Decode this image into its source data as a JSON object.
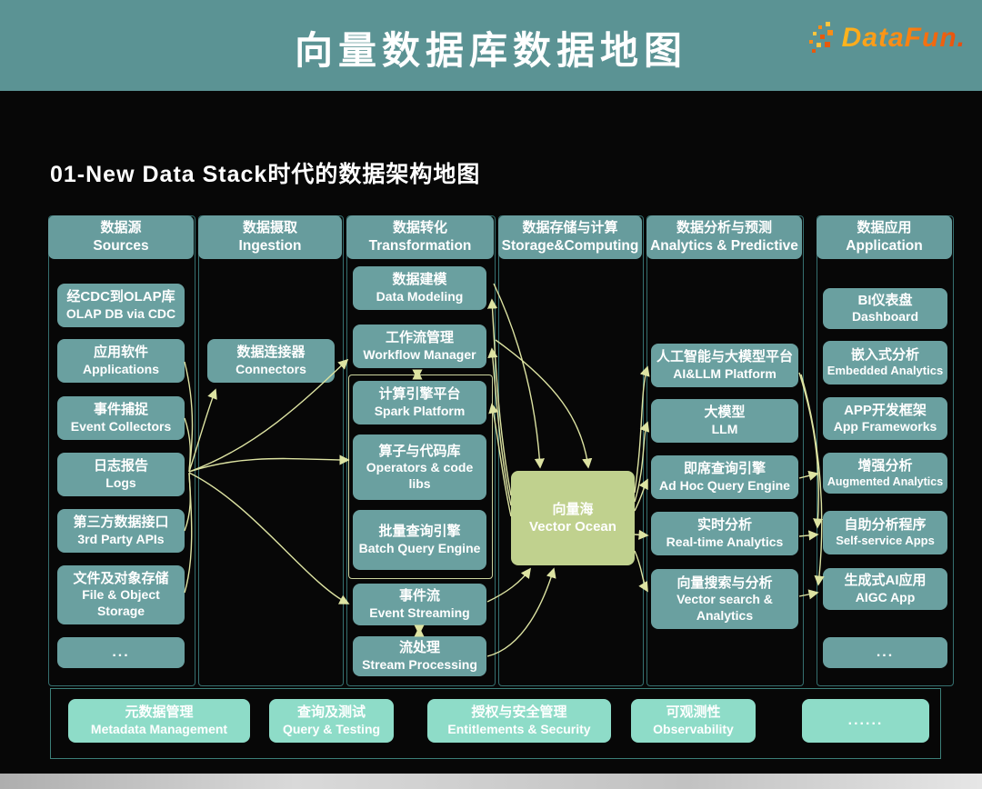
{
  "banner": {
    "title": "向量数据库数据地图",
    "logo": "DataFun."
  },
  "section_title": "01-New Data Stack时代的数据架构地图",
  "columns": [
    {
      "header": {
        "zh": "数据源",
        "en": "Sources"
      },
      "boxes": [
        {
          "zh": "经CDC到OLAP库",
          "en": "OLAP DB via CDC"
        },
        {
          "zh": "应用软件",
          "en": "Applications"
        },
        {
          "zh": "事件捕捉",
          "en": "Event Collectors"
        },
        {
          "zh": "日志报告",
          "en": "Logs"
        },
        {
          "zh": "第三方数据接口",
          "en": "3rd Party APIs"
        },
        {
          "zh": "文件及对象存储",
          "en": "File & Object Storage"
        },
        {
          "zh": "...",
          "en": ""
        }
      ]
    },
    {
      "header": {
        "zh": "数据摄取",
        "en": "Ingestion"
      },
      "boxes": [
        {
          "zh": "数据连接器",
          "en": "Connectors"
        }
      ]
    },
    {
      "header": {
        "zh": "数据转化",
        "en": "Transformation"
      },
      "boxes": [
        {
          "zh": "数据建模",
          "en": "Data Modeling"
        },
        {
          "zh": "工作流管理",
          "en": "Workflow Manager"
        },
        {
          "zh": "计算引擎平台",
          "en": "Spark Platform"
        },
        {
          "zh": "算子与代码库",
          "en": "Operators & code libs"
        },
        {
          "zh": "批量查询引擎",
          "en": "Batch Query Engine"
        },
        {
          "zh": "事件流",
          "en": "Event Streaming"
        },
        {
          "zh": "流处理",
          "en": "Stream Processing"
        }
      ]
    },
    {
      "header": {
        "zh": "数据存储与计算",
        "en": "Storage&Computing"
      },
      "boxes": [
        {
          "zh": "向量海",
          "en": "Vector Ocean"
        }
      ]
    },
    {
      "header": {
        "zh": "数据分析与预测",
        "en": "Analytics & Predictive"
      },
      "boxes": [
        {
          "zh": "人工智能与大模型平台",
          "en": "AI&LLM Platform"
        },
        {
          "zh": "大模型",
          "en": "LLM"
        },
        {
          "zh": "即席查询引擎",
          "en": "Ad Hoc Query Engine"
        },
        {
          "zh": "实时分析",
          "en": "Real-time Analytics"
        },
        {
          "zh": "向量搜索与分析",
          "en": "Vector search & Analytics"
        }
      ]
    },
    {
      "header": {
        "zh": "数据应用",
        "en": "Application"
      },
      "boxes": [
        {
          "zh": "BI仪表盘",
          "en": "Dashboard"
        },
        {
          "zh": "嵌入式分析",
          "en": "Embedded Analytics"
        },
        {
          "zh": "APP开发框架",
          "en": "App Frameworks"
        },
        {
          "zh": "增强分析",
          "en": "Augmented Analytics"
        },
        {
          "zh": "自助分析程序",
          "en": "Self-service Apps"
        },
        {
          "zh": "生成式AI应用",
          "en": "AIGC App"
        },
        {
          "zh": "...",
          "en": ""
        }
      ]
    }
  ],
  "bottom_row": [
    {
      "zh": "元数据管理",
      "en": "Metadata Management"
    },
    {
      "zh": "查询及测试",
      "en": "Query & Testing"
    },
    {
      "zh": "授权与安全管理",
      "en": "Entitlements & Security"
    },
    {
      "zh": "可观测性",
      "en": "Observability"
    },
    {
      "zh": "......",
      "en": ""
    }
  ],
  "colors": {
    "banner_teal": "#5b9394",
    "box_teal": "#6aa0a0",
    "header_teal": "#679c9d",
    "mint": "#8edcc8",
    "vector_ocean_green": "#c0d18e",
    "arrow_olive": "#dde3a2",
    "background": "#070707"
  }
}
